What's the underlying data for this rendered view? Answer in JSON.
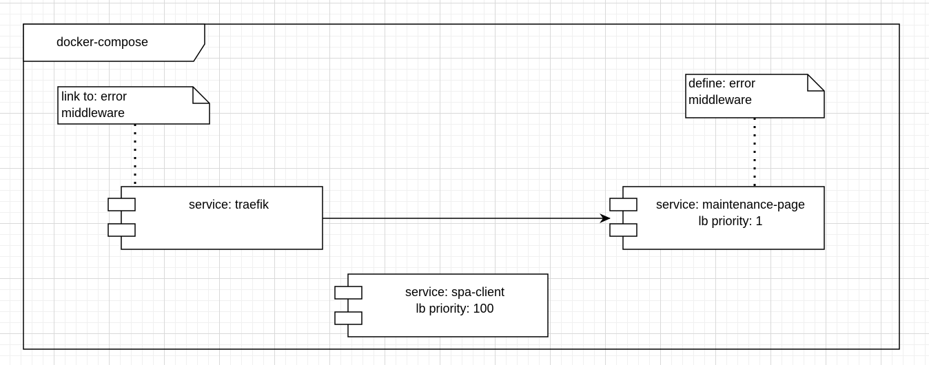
{
  "frame": {
    "title": "docker-compose"
  },
  "notes": [
    {
      "id": "traefik-note",
      "lines": [
        "link to: error",
        "middleware"
      ]
    },
    {
      "id": "maintenance-note",
      "lines": [
        "define: error",
        "middleware"
      ]
    }
  ],
  "components": [
    {
      "id": "traefik",
      "lines": [
        "service: traefik"
      ]
    },
    {
      "id": "maintenance",
      "lines": [
        "service: maintenance-page",
        "lb priority: 1"
      ]
    },
    {
      "id": "spa-client",
      "lines": [
        "service: spa-client",
        "lb priority: 100"
      ]
    }
  ],
  "colors": {
    "stroke": "#000000",
    "fill": "#ffffff",
    "grid": "#d9d9d9"
  }
}
